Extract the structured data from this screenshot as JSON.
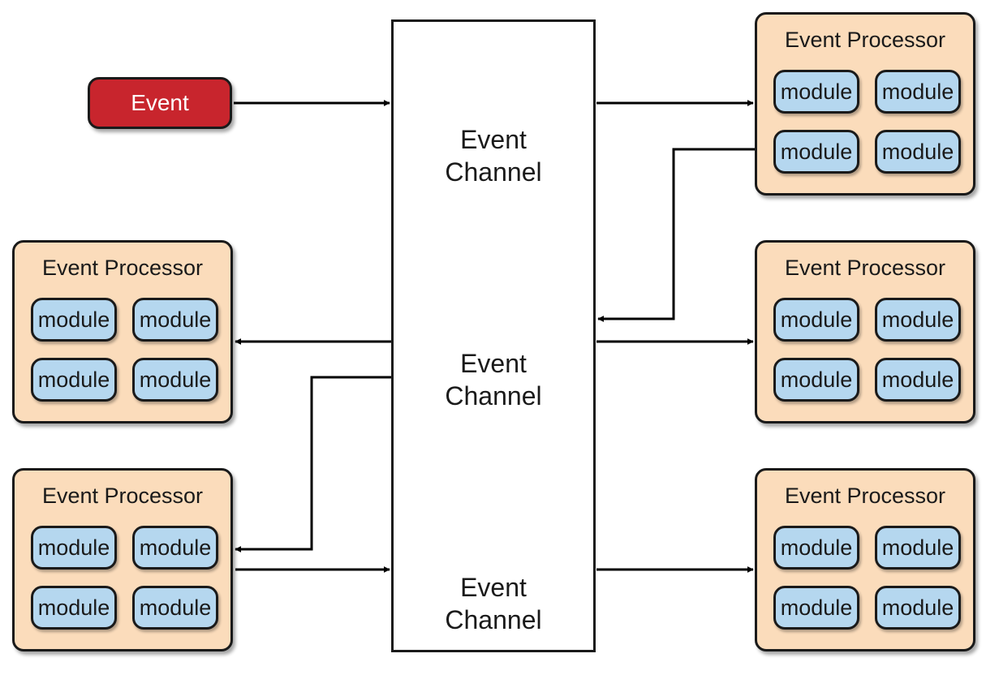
{
  "event": {
    "label": "Event"
  },
  "channels": [
    {
      "line1": "Event",
      "line2": "Channel"
    },
    {
      "line1": "Event",
      "line2": "Channel"
    },
    {
      "line1": "Event",
      "line2": "Channel"
    }
  ],
  "processors": [
    {
      "title": "Event Processor",
      "modules": [
        "module",
        "module",
        "module",
        "module"
      ]
    },
    {
      "title": "Event Processor",
      "modules": [
        "module",
        "module",
        "module",
        "module"
      ]
    },
    {
      "title": "Event Processor",
      "modules": [
        "module",
        "module",
        "module",
        "module"
      ]
    },
    {
      "title": "Event Processor",
      "modules": [
        "module",
        "module",
        "module",
        "module"
      ]
    },
    {
      "title": "Event Processor",
      "modules": [
        "module",
        "module",
        "module",
        "module"
      ]
    }
  ],
  "colors": {
    "event": "#c8252d",
    "processor": "#fbdcbb",
    "module": "#b5d7ef",
    "channel_pipe": "#0a6fbe",
    "direction_arrow": "#c4c4c4"
  }
}
